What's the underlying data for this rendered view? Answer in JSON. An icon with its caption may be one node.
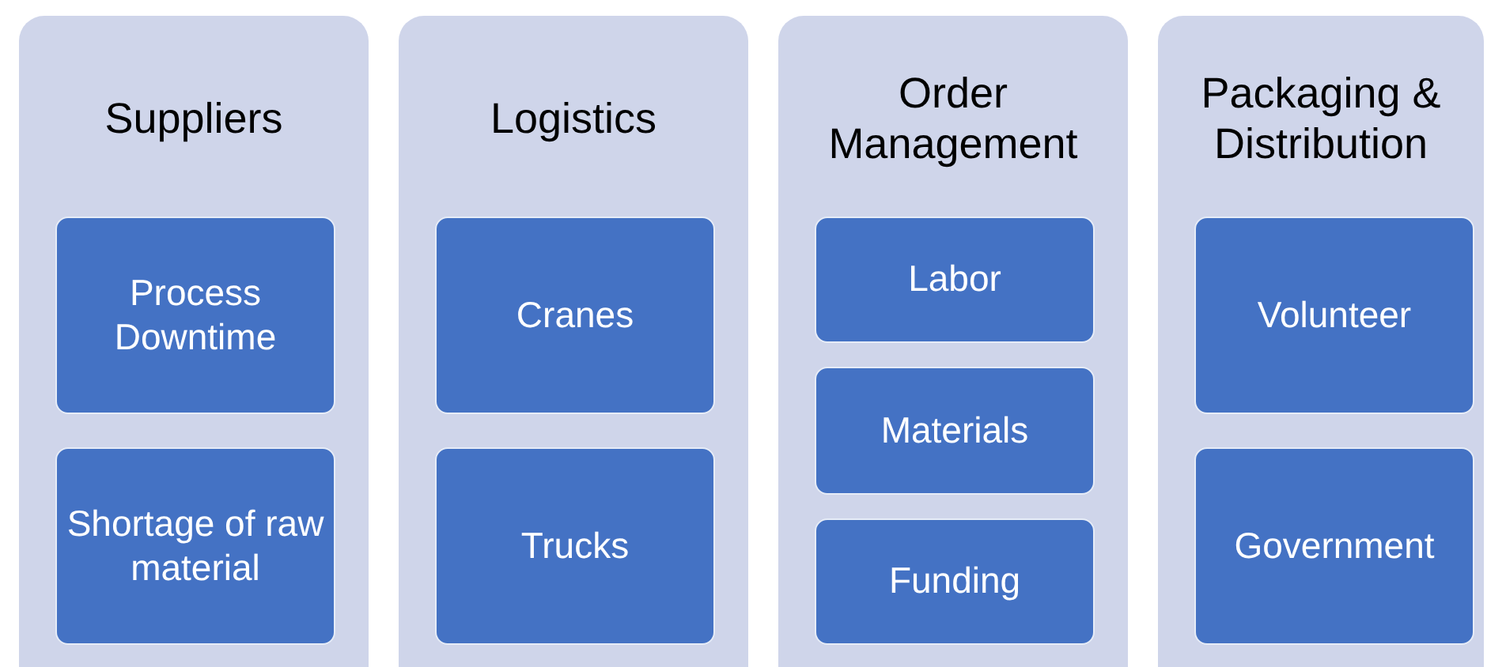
{
  "diagram": {
    "nodes": [
      {
        "text": [
          "Suppliers"
        ]
      },
      {
        "text": [
          "Process Downtime"
        ],
        "in": 0
      },
      {
        "text": [
          "Shortage of raw material"
        ],
        "in": 0
      },
      {
        "text": [
          "Logistics"
        ]
      },
      {
        "text": [
          "Cranes"
        ],
        "in": 3
      },
      {
        "text": [
          "Trucks"
        ],
        "in": 3
      },
      {
        "text": [
          "Order Management"
        ]
      },
      {
        "text": [
          "Labor"
        ],
        "in": 6
      },
      {
        "text": [
          "Materials"
        ],
        "in": 6
      },
      {
        "text": [
          "Funding"
        ],
        "in": 6
      },
      {
        "text": [
          "Packaging & Distribution"
        ]
      },
      {
        "text": [
          "Volunteer"
        ],
        "in": 10
      },
      {
        "text": [
          "Government"
        ],
        "in": 10
      }
    ]
  }
}
